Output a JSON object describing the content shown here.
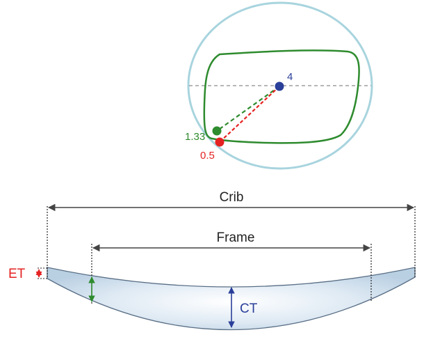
{
  "top_view": {
    "center_value": "4",
    "frame_edge_value": "1.33",
    "crib_edge_value": "0.5"
  },
  "cross_section": {
    "crib_label": "Crib",
    "frame_label": "Frame",
    "et_label": "ET",
    "ct_label": "CT"
  },
  "colors": {
    "crib_circle": "#a8d4de",
    "frame_outline": "#2e8b2e",
    "center_point": "#2a3f99",
    "frame_point": "#2e8b2e",
    "crib_point": "#e52222",
    "lens_fill": "#cfe2f0",
    "lens_edge": "#5a6f86",
    "dim_line": "#444444"
  }
}
